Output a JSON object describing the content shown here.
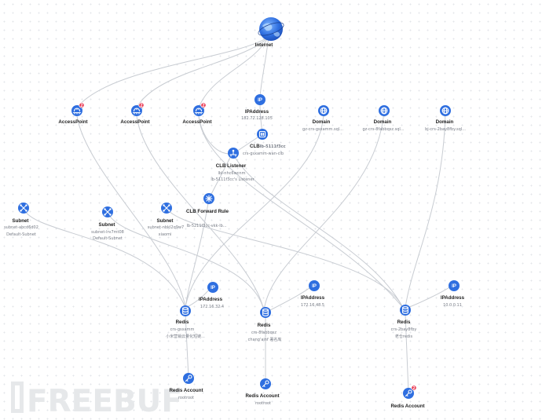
{
  "watermark": "FREEBUF",
  "nodes": {
    "internet": {
      "label": "Internet"
    },
    "ap1": {
      "label": "AccessPoint",
      "badge": "2"
    },
    "ap2": {
      "label": "AccessPoint",
      "badge": "2"
    },
    "ap3": {
      "label": "AccessPoint",
      "badge": "2"
    },
    "ip_public": {
      "label": "IPAddress",
      "sub1": "182.72.128.105",
      "icon": "IP"
    },
    "domain1": {
      "label": "Domain",
      "sub1": "gz-crs-gsxamm.sql..."
    },
    "domain2": {
      "label": "Domain",
      "sub1": "gz-crs-8fabbqsz.sql..."
    },
    "domain3": {
      "label": "Domain",
      "sub1": "bj-crs-2bay8fby.sql..."
    },
    "clb": {
      "label": "CLB",
      "label_suffix": "lb-5111f3cc",
      "sub1": "crs-gsxamm-wan-clb"
    },
    "clb_listener": {
      "label": "CLB Listener",
      "sub1": "lbl-nhc6wcnm",
      "sub2": "lb-5111f3cc's Listener"
    },
    "clb_rule": {
      "label": "CLB Forward Rule",
      "sub1": "lb-5211f3cc-vkk-lb..."
    },
    "subnet1": {
      "label": "Subnet",
      "sub1": "subnet-abcd6d02",
      "sub2": "Default-Subnet"
    },
    "subnet2": {
      "label": "Subnet",
      "sub1": "subnet-lrv7mt08",
      "sub2": "Default-Subnet"
    },
    "subnet3": {
      "label": "Subnet",
      "sub1": "subnet-nbkl2q9w7",
      "sub2": "xiaomi"
    },
    "redis1": {
      "label": "Redis",
      "sub1": "crs-gsxamm",
      "sub2": "小米营销云量化短链..."
    },
    "redis2": {
      "label": "Redis",
      "sub1": "crs-8fabbqsz",
      "sub2": "chang'ainf 署名库"
    },
    "redis3": {
      "label": "Redis",
      "sub1": "crs-2bay8fby",
      "sub2": "老仓redis"
    },
    "ip1": {
      "label": "IPAddress",
      "sub1": "172.16.32.4",
      "icon": "IP"
    },
    "ip2": {
      "label": "IPAddress",
      "sub1": "172.16.48.5",
      "icon": "IP"
    },
    "ip3": {
      "label": "IPAddress",
      "sub1": "10.0.0.11",
      "icon": "IP"
    },
    "acct1": {
      "label": "Redis Account",
      "sub1": "rootroot"
    },
    "acct2": {
      "label": "Redis Account",
      "sub1": "rootroot"
    },
    "acct3": {
      "label": "Redis Account",
      "badge": "2"
    }
  }
}
